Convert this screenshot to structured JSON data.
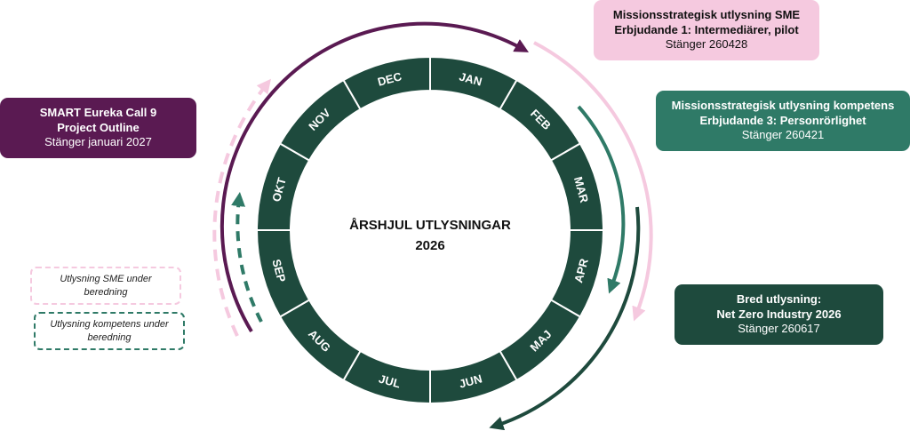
{
  "wheel": {
    "title_line1": "ÅRSHJUL UTLYSNINGAR",
    "title_line2": "2026",
    "months": [
      "JAN",
      "FEB",
      "MAR",
      "APR",
      "MAJ",
      "JUN",
      "JUL",
      "AUG",
      "SEP",
      "OKT",
      "NOV",
      "DEC"
    ]
  },
  "callouts": {
    "mission_sme": {
      "line1": "Missionsstrategisk utlysning SME",
      "line2": "Erbjudande 1: Intermediärer, pilot",
      "line3": "Stänger 260428"
    },
    "mission_kompetens": {
      "line1": "Missionsstrategisk utlysning kompetens",
      "line2": "Erbjudande 3: Personrörlighet",
      "line3": "Stänger 260421"
    },
    "bred": {
      "line1": "Bred utlysning:",
      "line2": "Net Zero Industry 2026",
      "line3": "Stänger 260617"
    },
    "smart_eureka": {
      "line1": "SMART Eureka Call 9",
      "line2": "Project Outline",
      "line3": "Stänger januari 2027"
    }
  },
  "legend": {
    "sme": "Utlysning SME under beredning",
    "kompetens": "Utlysning kompetens under beredning"
  },
  "colors": {
    "wheel": "#1e4a3d",
    "purple": "#5a1a52",
    "pink": "#f5c9df",
    "teal": "#2f7a67",
    "dark_green": "#1e4a3d"
  }
}
